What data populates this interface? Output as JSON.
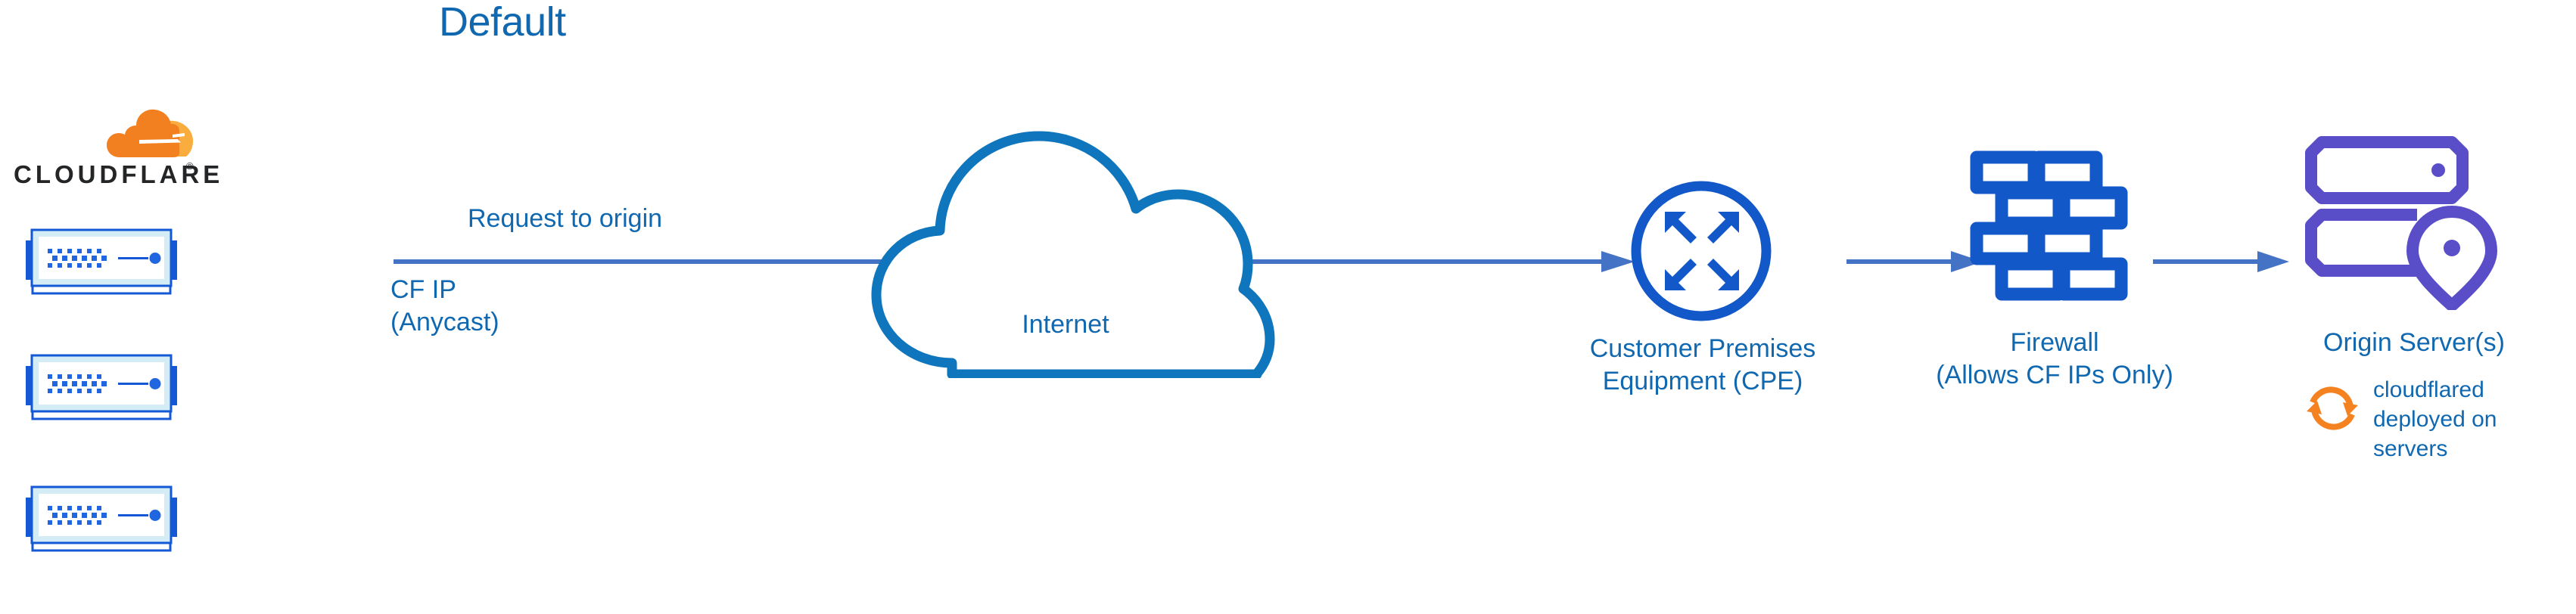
{
  "title": "Default",
  "colors": {
    "label_blue": "#1068b0",
    "cloud_blue": "#0f75bc",
    "icon_blue": "#1358c8",
    "arrow_blue": "#4472c4",
    "server_blue": "#1558d6",
    "origin_purple": "#5a4ec8",
    "cloudflare_orange": "#f38020",
    "cloudflare_orange_light": "#faad3f",
    "wordmark_black": "#232527"
  },
  "logo": {
    "mark_name": "cloudflare-cloud-mark",
    "wordmark": "CLOUDFLARE",
    "registered_mark": "®"
  },
  "servers": {
    "name": "cloudflare-edge-server-stack",
    "count": 3,
    "items": [
      {
        "index": 1
      },
      {
        "index": 2
      },
      {
        "index": 3
      }
    ]
  },
  "flow": {
    "request_label": "Request to origin",
    "cf_ip_line1": "CF IP",
    "cf_ip_line2": "(Anycast)",
    "arrow_names": [
      "arrow-edge-to-cpe",
      "arrow-cpe-to-firewall",
      "arrow-firewall-to-origin"
    ]
  },
  "internet": {
    "label": "Internet",
    "icon_name": "internet-cloud-icon"
  },
  "cpe": {
    "icon_name": "router-four-arrows-icon",
    "label_line1": "Customer Premises",
    "label_line2": "Equipment (CPE)"
  },
  "firewall": {
    "icon_name": "brick-wall-icon",
    "label_line1": "Firewall",
    "label_line2": "(Allows CF IPs Only)"
  },
  "origin": {
    "icon_name": "origin-server-rack-pin-icon",
    "label": "Origin Server(s)",
    "cloudflared": {
      "icon_name": "sync-arrows-icon",
      "line1": "cloudflared",
      "line2": "deployed on",
      "line3": "servers"
    }
  }
}
